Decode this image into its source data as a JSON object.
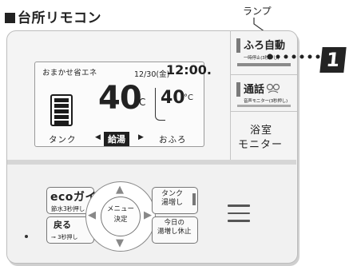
{
  "page": {
    "heading": "台所リモコン",
    "lamp_label": "ランプ",
    "callout_number": "1"
  },
  "screen": {
    "mode": "おまかせ省エネ",
    "date": "12/30(金)",
    "time": "12:00.",
    "supply_temp": "40",
    "supply_unit": "°C",
    "bath_temp": "40",
    "bath_unit": "°C",
    "tank_label": "タンク",
    "supply_label": "給湯",
    "bath_label": "おふろ",
    "arrow_left": "◀",
    "arrow_right": "▶"
  },
  "right_buttons": {
    "auto_label": "ふろ自動",
    "auto_sub": "一時停止(3秒押し)",
    "talk_label": "通話",
    "talk_sub": "音声モニター(3秒押し)",
    "monitor_line1": "浴室",
    "monitor_line2": "モニター"
  },
  "lower_buttons": {
    "eco_label": "ecoガイド",
    "eco_sub": "節水3秒押し",
    "back_label": "戻る",
    "back_sub": "⊸ 3秒押し",
    "tank_line1": "タンク",
    "tank_line2": "湯増し",
    "holiday_line1": "今日の",
    "holiday_line2": "湯増し休止",
    "menu_line1": "メニュー",
    "menu_line2": "決定"
  },
  "colors": {
    "device_bg": "#f4f4f4",
    "lamp": "#7a7a7a",
    "screen_border": "#9a9a9a",
    "badge": "#242424"
  },
  "icons": [
    "tank-icon",
    "speaker-icon",
    "arrow-up-icon",
    "arrow-down-icon",
    "arrow-left-icon",
    "arrow-right-icon",
    "hamburger-menu-icon"
  ]
}
